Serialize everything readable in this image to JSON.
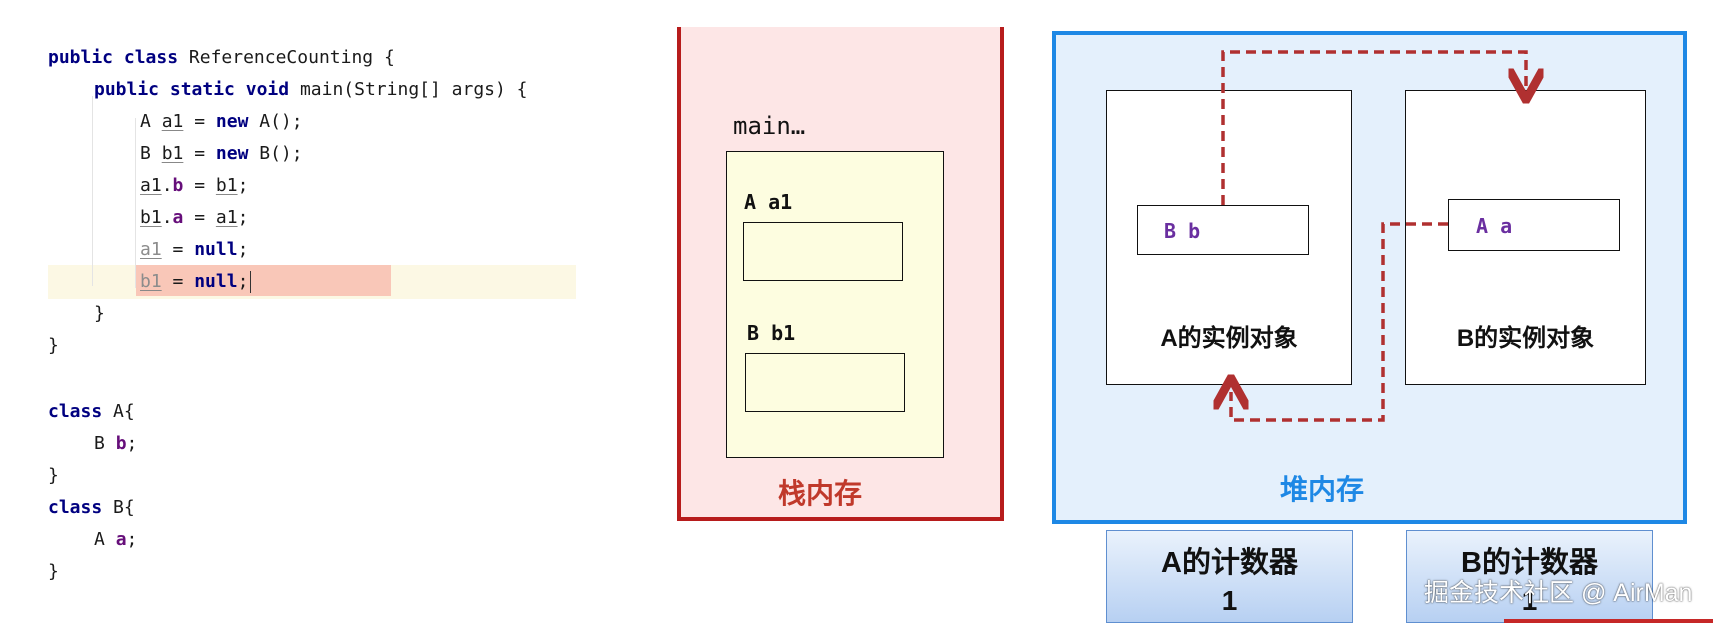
{
  "code": {
    "l1": {
      "kw1": "public",
      "kw2": "class",
      "rest": " ReferenceCounting {"
    },
    "l2": {
      "kw1": "public",
      "kw2": "static",
      "kw3": "void",
      "rest": " main(String[] args) {"
    },
    "l3": {
      "type": "A ",
      "var": "a1",
      "mid": " = ",
      "kw": "new",
      "rest": " A();"
    },
    "l4": {
      "type": "B ",
      "var": "b1",
      "mid": " = ",
      "kw": "new",
      "rest": " B();"
    },
    "l5": {
      "v": "a1",
      "dot": ".",
      "f": "b",
      "eq": " = ",
      "v2": "b1",
      "end": ";"
    },
    "l6": {
      "v": "b1",
      "dot": ".",
      "f": "a",
      "eq": " = ",
      "v2": "a1",
      "end": ";"
    },
    "l7": {
      "v": "a1",
      "eq": " = ",
      "kw": "null",
      "end": ";"
    },
    "l8": {
      "v": "b1",
      "eq": " = ",
      "kw": "null",
      "end": ";"
    },
    "l9": "}",
    "l10": "}",
    "l11": {
      "kw": "class",
      "rest": " A{"
    },
    "l12": {
      "type": "B ",
      "f": "b",
      "end": ";"
    },
    "l13": "}",
    "l14": {
      "kw": "class",
      "rest": " B{"
    },
    "l15": {
      "type": "A ",
      "f": "a",
      "end": ";"
    },
    "l16": "}"
  },
  "stack": {
    "frame_title": "main…",
    "var1": "A  a1",
    "var2": "B  b1",
    "label": "栈内存",
    "color": "#b71c1c"
  },
  "heap": {
    "obj_a_field": "B  b",
    "obj_b_field": "A  a",
    "obj_a_label": "A的实例对象",
    "obj_b_label": "B的实例对象",
    "label": "堆内存",
    "color": "#1e88e5",
    "arrow_color": "#b03030"
  },
  "counters": [
    {
      "title": "A的计数器",
      "value": "1"
    },
    {
      "title": "B的计数器",
      "value": "1"
    }
  ],
  "watermark": "掘金技术社区 @ AirMan"
}
